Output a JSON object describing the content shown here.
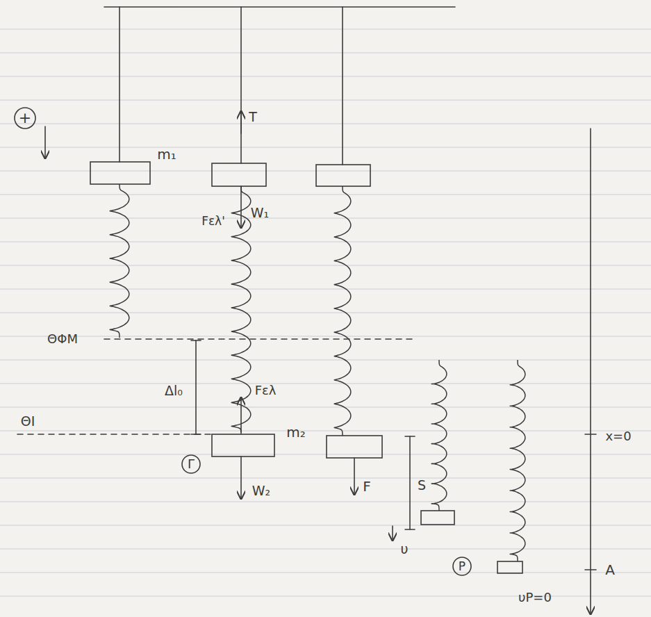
{
  "diagram": {
    "labels": [
      "+",
      "m₁",
      "T",
      "Fελ'",
      "W₁",
      "ΘΦΜ",
      "Δl₀",
      "Fελ",
      "ΘΙ",
      "m₂",
      "Γ",
      "W₂",
      "F",
      "S",
      "x=0",
      "υ",
      "P",
      "A",
      "υP=0"
    ]
  }
}
